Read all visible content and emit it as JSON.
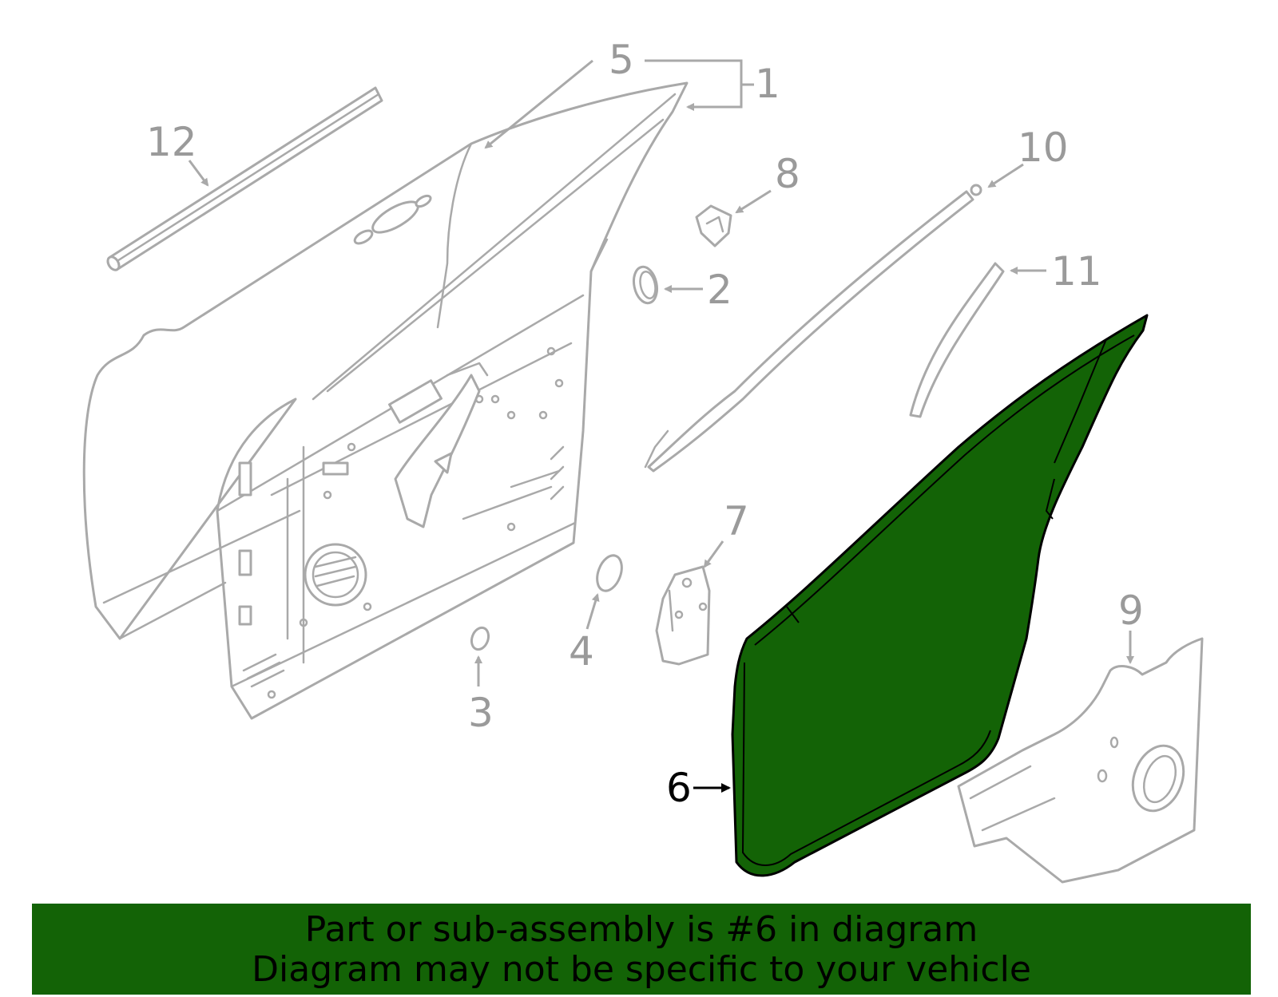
{
  "callouts": {
    "c1": "1",
    "c2": "2",
    "c3": "3",
    "c4": "4",
    "c5": "5",
    "c6": "6",
    "c7": "7",
    "c8": "8",
    "c9": "9",
    "c10": "10",
    "c11": "11",
    "c12": "12"
  },
  "highlighted_part": "6",
  "colors": {
    "highlight_fill": "#136306",
    "line_gray": "#a9a9a9",
    "label_gray": "#9a9a9a",
    "banner_bg": "#136306"
  },
  "banner": {
    "line1": "Part or sub-assembly is #6 in diagram",
    "line2": "Diagram may not be specific to your vehicle"
  }
}
